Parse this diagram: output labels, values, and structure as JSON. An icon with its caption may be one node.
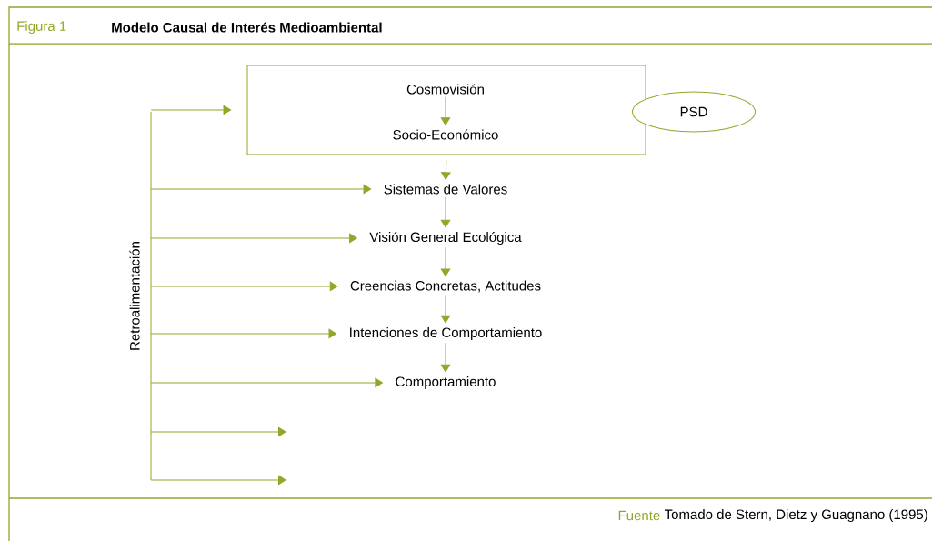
{
  "diagram": {
    "title": "Modelo Causal de Interés Medioambiental",
    "caption": "Tomado de Stern, Dietz y Guagnano (1995)",
    "nodes": [
      {
        "text": [],
        "shape": "box"
      },
      {
        "text": [
          "Cosmovisión"
        ],
        "in": 0
      },
      {
        "text": [
          "Socio-Económico"
        ],
        "in": 0
      },
      {
        "text": [
          "PSD"
        ]
      },
      {
        "text": [
          "Sistemas de Valores"
        ]
      },
      {
        "text": [
          "Visión General Ecológica"
        ]
      },
      {
        "text": [
          "Creencias Concretas, Actitudes"
        ]
      },
      {
        "text": [
          "Intenciones de Comportamiento"
        ]
      },
      {
        "text": [
          "Comportamiento"
        ]
      },
      {
        "text": [
          "Retroalimentación"
        ]
      }
    ],
    "edges": [
      {
        "from": 1,
        "to": 2,
        "arrow": "to"
      },
      {
        "from": 0,
        "to": 4,
        "arrow": "to"
      },
      {
        "from": 4,
        "to": 5,
        "arrow": "to"
      },
      {
        "from": 5,
        "to": 6,
        "arrow": "to"
      },
      {
        "from": 6,
        "to": 7,
        "arrow": "to"
      },
      {
        "from": 7,
        "to": 8,
        "arrow": "to"
      },
      {
        "from": 9,
        "to": 0,
        "arrow": "to"
      },
      {
        "from": 9,
        "to": 4,
        "arrow": "to"
      },
      {
        "from": 9,
        "to": 5,
        "arrow": "to"
      },
      {
        "from": 9,
        "to": 6,
        "arrow": "to"
      },
      {
        "from": 9,
        "to": 7,
        "arrow": "to"
      },
      {
        "from": 9,
        "to": 8,
        "arrow": "to"
      },
      {
        "from": 9,
        "to": null,
        "arrow": "to"
      },
      {
        "from": 9,
        "to": null,
        "arrow": "to"
      }
    ],
    "labels": [
      "Figura 1",
      "Fuente"
    ]
  }
}
